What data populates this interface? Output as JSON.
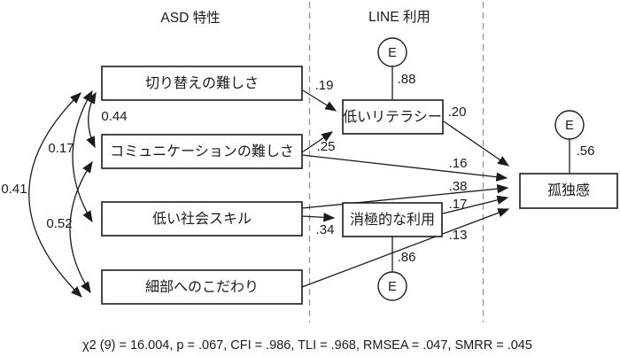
{
  "headers": {
    "asd_traits": "ASD 特性",
    "line_usage": "LINE 利用"
  },
  "latent_boxes": {
    "switching": "切り替えの難しさ",
    "communication": "コミュニケーションの難しさ",
    "social_skill": "低い社会スキル",
    "detail_focus": "細部へのこだわり",
    "literacy": "低いリテラシー",
    "passive_use": "消極的な利用",
    "loneliness": "孤独感"
  },
  "error_terms": {
    "label": "E",
    "literacy_variance": ".88",
    "passive_use_variance": ".86",
    "loneliness_variance": ".56"
  },
  "correlations": {
    "switching_communication": "0.44",
    "switching_social": "0.17",
    "switching_detail": "0.41",
    "communication_detail": "0.52"
  },
  "path_coefficients": {
    "switching_to_literacy": ".19",
    "communication_to_literacy": ".25",
    "communication_to_loneliness": ".16",
    "social_to_passive": ".34",
    "social_to_loneliness": ".38",
    "passive_to_loneliness": ".17",
    "detail_to_loneliness": ".13",
    "literacy_to_loneliness": ".20"
  },
  "fit_statistics": "χ2 (9) = 16.004, p = .067, CFI = .986, TLI = .968, RMSEA = .047, SMRR = .045"
}
